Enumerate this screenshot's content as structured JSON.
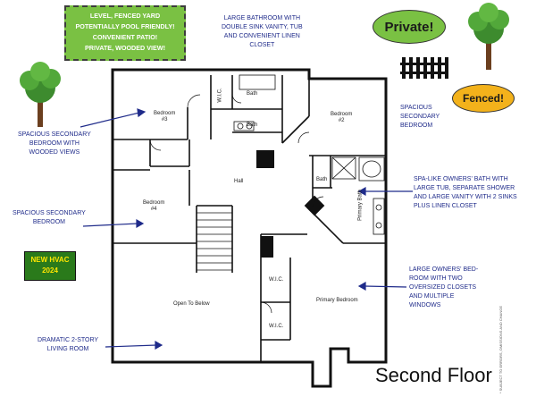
{
  "features_box": {
    "lines": [
      "LEVEL, FENCED YARD",
      "POTENTIALLY POOL FRIENDLY!",
      "CONVENIENT PATIO!",
      "PRIVATE, WOODED VIEW!"
    ]
  },
  "badges": {
    "private": "Private!",
    "fenced": "Fenced!",
    "hvac_line1": "NEW HVAC",
    "hvac_line2": "2024"
  },
  "callouts": {
    "bathroom": [
      "LARGE BATHROOM WITH",
      "DOUBLE SINK VANITY, TUB",
      "AND CONVENIENT LINEN",
      "CLOSET"
    ],
    "bedroom2": [
      "SPACIOUS",
      "SECONDARY",
      "BEDROOM"
    ],
    "bedroom3": [
      "SPACIOUS SECONDARY",
      "BEDROOM WITH",
      "WOODED VIEWS"
    ],
    "bedroom4": [
      "SPACIOUS SECONDARY",
      "BEDROOM"
    ],
    "owners_bath": [
      "SPA-LIKE OWNERS' BATH WITH",
      "LARGE TUB, SEPARATE SHOWER",
      "AND LARGE VANITY WITH 2 SINKS",
      "PLUS LINEN CLOSET"
    ],
    "owners_bedroom": [
      "LARGE OWNERS' BED-",
      "ROOM WITH TWO",
      "OVERSIZED CLOSETS",
      "AND MULTIPLE",
      "WINDOWS"
    ],
    "living_room": [
      "DRAMATIC  2-STORY",
      "LIVING ROOM"
    ]
  },
  "rooms": {
    "bedroom3": "Bedroom",
    "bedroom3_num": "#3",
    "bedroom2": "Bedroom",
    "bedroom2_num": "#2",
    "bedroom4": "Bedroom",
    "bedroom4_num": "#4",
    "wic_top": "W.I.C.",
    "bath_top": "Bath",
    "bath_mid": "Bath",
    "bath_right": "Bath",
    "hall": "Hall",
    "primary_bath": "Primary Bath",
    "wic_primary1": "W.I.C.",
    "wic_primary2": "W.I.C.",
    "primary_bedroom": "Primary Bedroom",
    "open_below": "Open To Below"
  },
  "title": "Second Floor",
  "disclaimer": "* SUBJECT TO ERRORS, OMISSIONS AND CHANGE"
}
